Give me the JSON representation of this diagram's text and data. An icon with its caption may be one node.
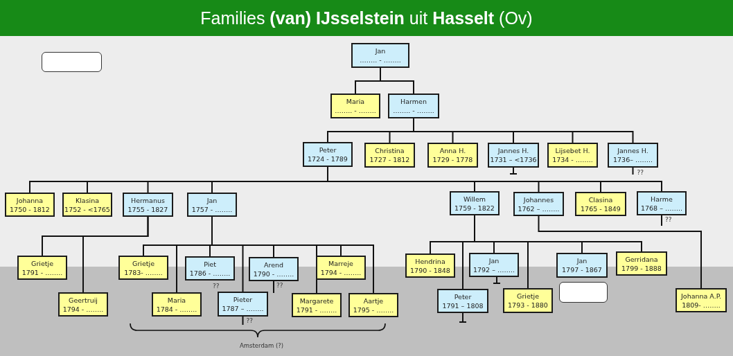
{
  "diagram": {
    "title": "Families **(van) IJsselstein** uit **Hasselt** (Ov)",
    "nodes": [
      {
        "text": [
          "Jan",
          "…….. - …….."
        ]
      },
      {
        "text": [
          "Maria",
          "…….. - …….."
        ]
      },
      {
        "text": [
          "Harmen",
          "…….. - …….."
        ]
      },
      {
        "text": [
          "Peter",
          "1724 - 1789"
        ]
      },
      {
        "text": [
          "Christina",
          "1727 - 1812"
        ]
      },
      {
        "text": [
          "Anna H.",
          "1729 - 1778"
        ]
      },
      {
        "text": [
          "Jannes H.",
          "1731 – <1736"
        ]
      },
      {
        "text": [
          "Lijsebet H.",
          "1734 - …….."
        ]
      },
      {
        "text": [
          "Jannes H.",
          "1736– …….."
        ],
        "beside": [
          "??"
        ]
      },
      {
        "text": [
          "Johanna",
          "1750 - 1812"
        ]
      },
      {
        "text": [
          "Klasina",
          "1752 - <1765"
        ]
      },
      {
        "text": [
          "Hermanus",
          "1755 - 1827"
        ]
      },
      {
        "text": [
          "Jan",
          "1757 - …….."
        ]
      },
      {
        "text": [
          "Willem",
          "1759 - 1822"
        ]
      },
      {
        "text": [
          "Johannes",
          "1762 – …….."
        ]
      },
      {
        "text": [
          "Clasina",
          "1765 - 1849"
        ]
      },
      {
        "text": [
          "Harme",
          "1768 – …….."
        ],
        "beside": [
          "??"
        ]
      },
      {
        "text": [
          "Grietje",
          "1791 - …….."
        ]
      },
      {
        "text": [
          "Geertruij",
          "1794 - …….."
        ]
      },
      {
        "text": [
          "Grietje",
          "1783- …….."
        ]
      },
      {
        "text": [
          "Maria",
          "1784 - …….."
        ]
      },
      {
        "text": [
          "Piet",
          "1786 - …….."
        ],
        "beside": [
          "??"
        ]
      },
      {
        "text": [
          "Pieter",
          "1787 – …….."
        ],
        "beside": [
          "??"
        ]
      },
      {
        "text": [
          "Arend",
          "1790 - …….."
        ],
        "beside": [
          "??"
        ]
      },
      {
        "text": [
          "Margarete",
          "1791 - …….."
        ]
      },
      {
        "text": [
          "Marreje",
          "1794 - …….."
        ]
      },
      {
        "text": [
          "Aartje",
          "1795 - …….."
        ]
      },
      {
        "text": [
          "Hendrina",
          "1790 - 1848"
        ]
      },
      {
        "text": [
          "Peter",
          "1791 – 1808"
        ]
      },
      {
        "text": [
          "Jan",
          "1792 – …….."
        ]
      },
      {
        "text": [
          "Grietje",
          "1793 - 1880"
        ]
      },
      {
        "text": [
          "Jan",
          "1797 - 1867"
        ]
      },
      {
        "text": [
          "Gerridana",
          "1799 - 1888"
        ]
      },
      {
        "text": [
          "Johanna A.P.",
          "1809- …….."
        ]
      },
      {
        "text": [],
        "shape": "box"
      },
      {
        "text": [],
        "shape": "box"
      }
    ],
    "edges": [
      {
        "from": 0,
        "to": 1,
        "arrow": "none"
      },
      {
        "from": 0,
        "to": 2,
        "arrow": "none"
      },
      {
        "from": 2,
        "to": 3,
        "arrow": "none"
      },
      {
        "from": 2,
        "to": 4,
        "arrow": "none"
      },
      {
        "from": 2,
        "to": 5,
        "arrow": "none"
      },
      {
        "from": 2,
        "to": 6,
        "arrow": "none"
      },
      {
        "from": 2,
        "to": 7,
        "arrow": "none"
      },
      {
        "from": 2,
        "to": 8,
        "arrow": "none"
      },
      {
        "from": 3,
        "to": 9,
        "arrow": "none"
      },
      {
        "from": 3,
        "to": 10,
        "arrow": "none"
      },
      {
        "from": 3,
        "to": 11,
        "arrow": "none"
      },
      {
        "from": 3,
        "to": 12,
        "arrow": "none"
      },
      {
        "from": 3,
        "to": 13,
        "arrow": "none"
      },
      {
        "from": 3,
        "to": 14,
        "arrow": "none"
      },
      {
        "from": 3,
        "to": 15,
        "arrow": "none"
      },
      {
        "from": 3,
        "to": 16,
        "arrow": "none"
      },
      {
        "from": 11,
        "to": 17,
        "arrow": "none"
      },
      {
        "from": 11,
        "to": 18,
        "arrow": "none"
      },
      {
        "from": 12,
        "to": 19,
        "arrow": "none"
      },
      {
        "from": 12,
        "to": 20,
        "arrow": "none"
      },
      {
        "from": 12,
        "to": 21,
        "arrow": "none"
      },
      {
        "from": 12,
        "to": 22,
        "arrow": "none"
      },
      {
        "from": 12,
        "to": 23,
        "arrow": "none"
      },
      {
        "from": 12,
        "to": 24,
        "arrow": "none"
      },
      {
        "from": 12,
        "to": 25,
        "arrow": "none"
      },
      {
        "from": 12,
        "to": 26,
        "arrow": "none"
      },
      {
        "from": 13,
        "to": 27,
        "arrow": "none"
      },
      {
        "from": 13,
        "to": 28,
        "arrow": "none"
      },
      {
        "from": 13,
        "to": 29,
        "arrow": "none"
      },
      {
        "from": 13,
        "to": 30,
        "arrow": "none"
      },
      {
        "from": 13,
        "to": 31,
        "arrow": "none"
      },
      {
        "from": 13,
        "to": 32,
        "arrow": "none"
      },
      {
        "from": 14,
        "to": 33,
        "arrow": "none"
      }
    ],
    "labels": [
      "Amsterdam (?)"
    ]
  }
}
